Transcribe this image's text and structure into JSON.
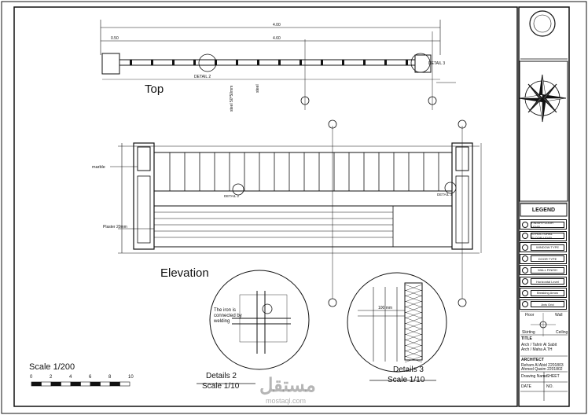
{
  "views": {
    "top": "Top",
    "elevation": "Elevation",
    "details2": "Details 2",
    "details3": "Details 3",
    "scale_110a": "Scale 1/10",
    "scale_110b": "Scale 1/10",
    "scale_main": "Scale 1/200"
  },
  "scalebar": {
    "ticks": [
      "0",
      "2",
      "4",
      "6",
      "8",
      "10"
    ]
  },
  "annotations": {
    "detail2_top": "DETAIL 2",
    "detail3_top": "DETAIL 3",
    "detail2_elev": "DETAIL 2",
    "detail3_elev": "DETAIL 3",
    "marble": "marble",
    "plaster": "Plaster 20mm",
    "iron_note": "The iron is connected by welding",
    "steel_note": "steel 50*50mm",
    "steel2": "steel",
    "dim_400": "4.00",
    "dim_460": "4.60",
    "dim_050": "0.50",
    "iron_100": "100 mm"
  },
  "legend": {
    "title": "LEGEND",
    "rows": [
      "FINISH FLOOR LEVEL",
      "STRUCTURAL FLOOR LEVEL",
      "WINDOW TYPE",
      "DOOR TYPE",
      "WALL FINISH",
      "Horizontal Level",
      "Breaking Arrow",
      "Axis Grid"
    ],
    "compass": [
      "Floor",
      "Wall",
      "Skirting",
      "Ceiling"
    ]
  },
  "titleblock": {
    "title": "TITLE",
    "lines": [
      "Arch / Tahrir Al Sabit",
      "Arch / Maha A.TH"
    ],
    "architect": "ARCHITECT",
    "names": [
      "Reham Al Abid  2201803",
      "Ahmed Qasim  2201802"
    ],
    "footer": [
      "Drawing Name",
      "SHEET",
      "DATE",
      "NO."
    ]
  },
  "watermark": {
    "arabic": "مستقل",
    "latin": "mostaql.com"
  }
}
